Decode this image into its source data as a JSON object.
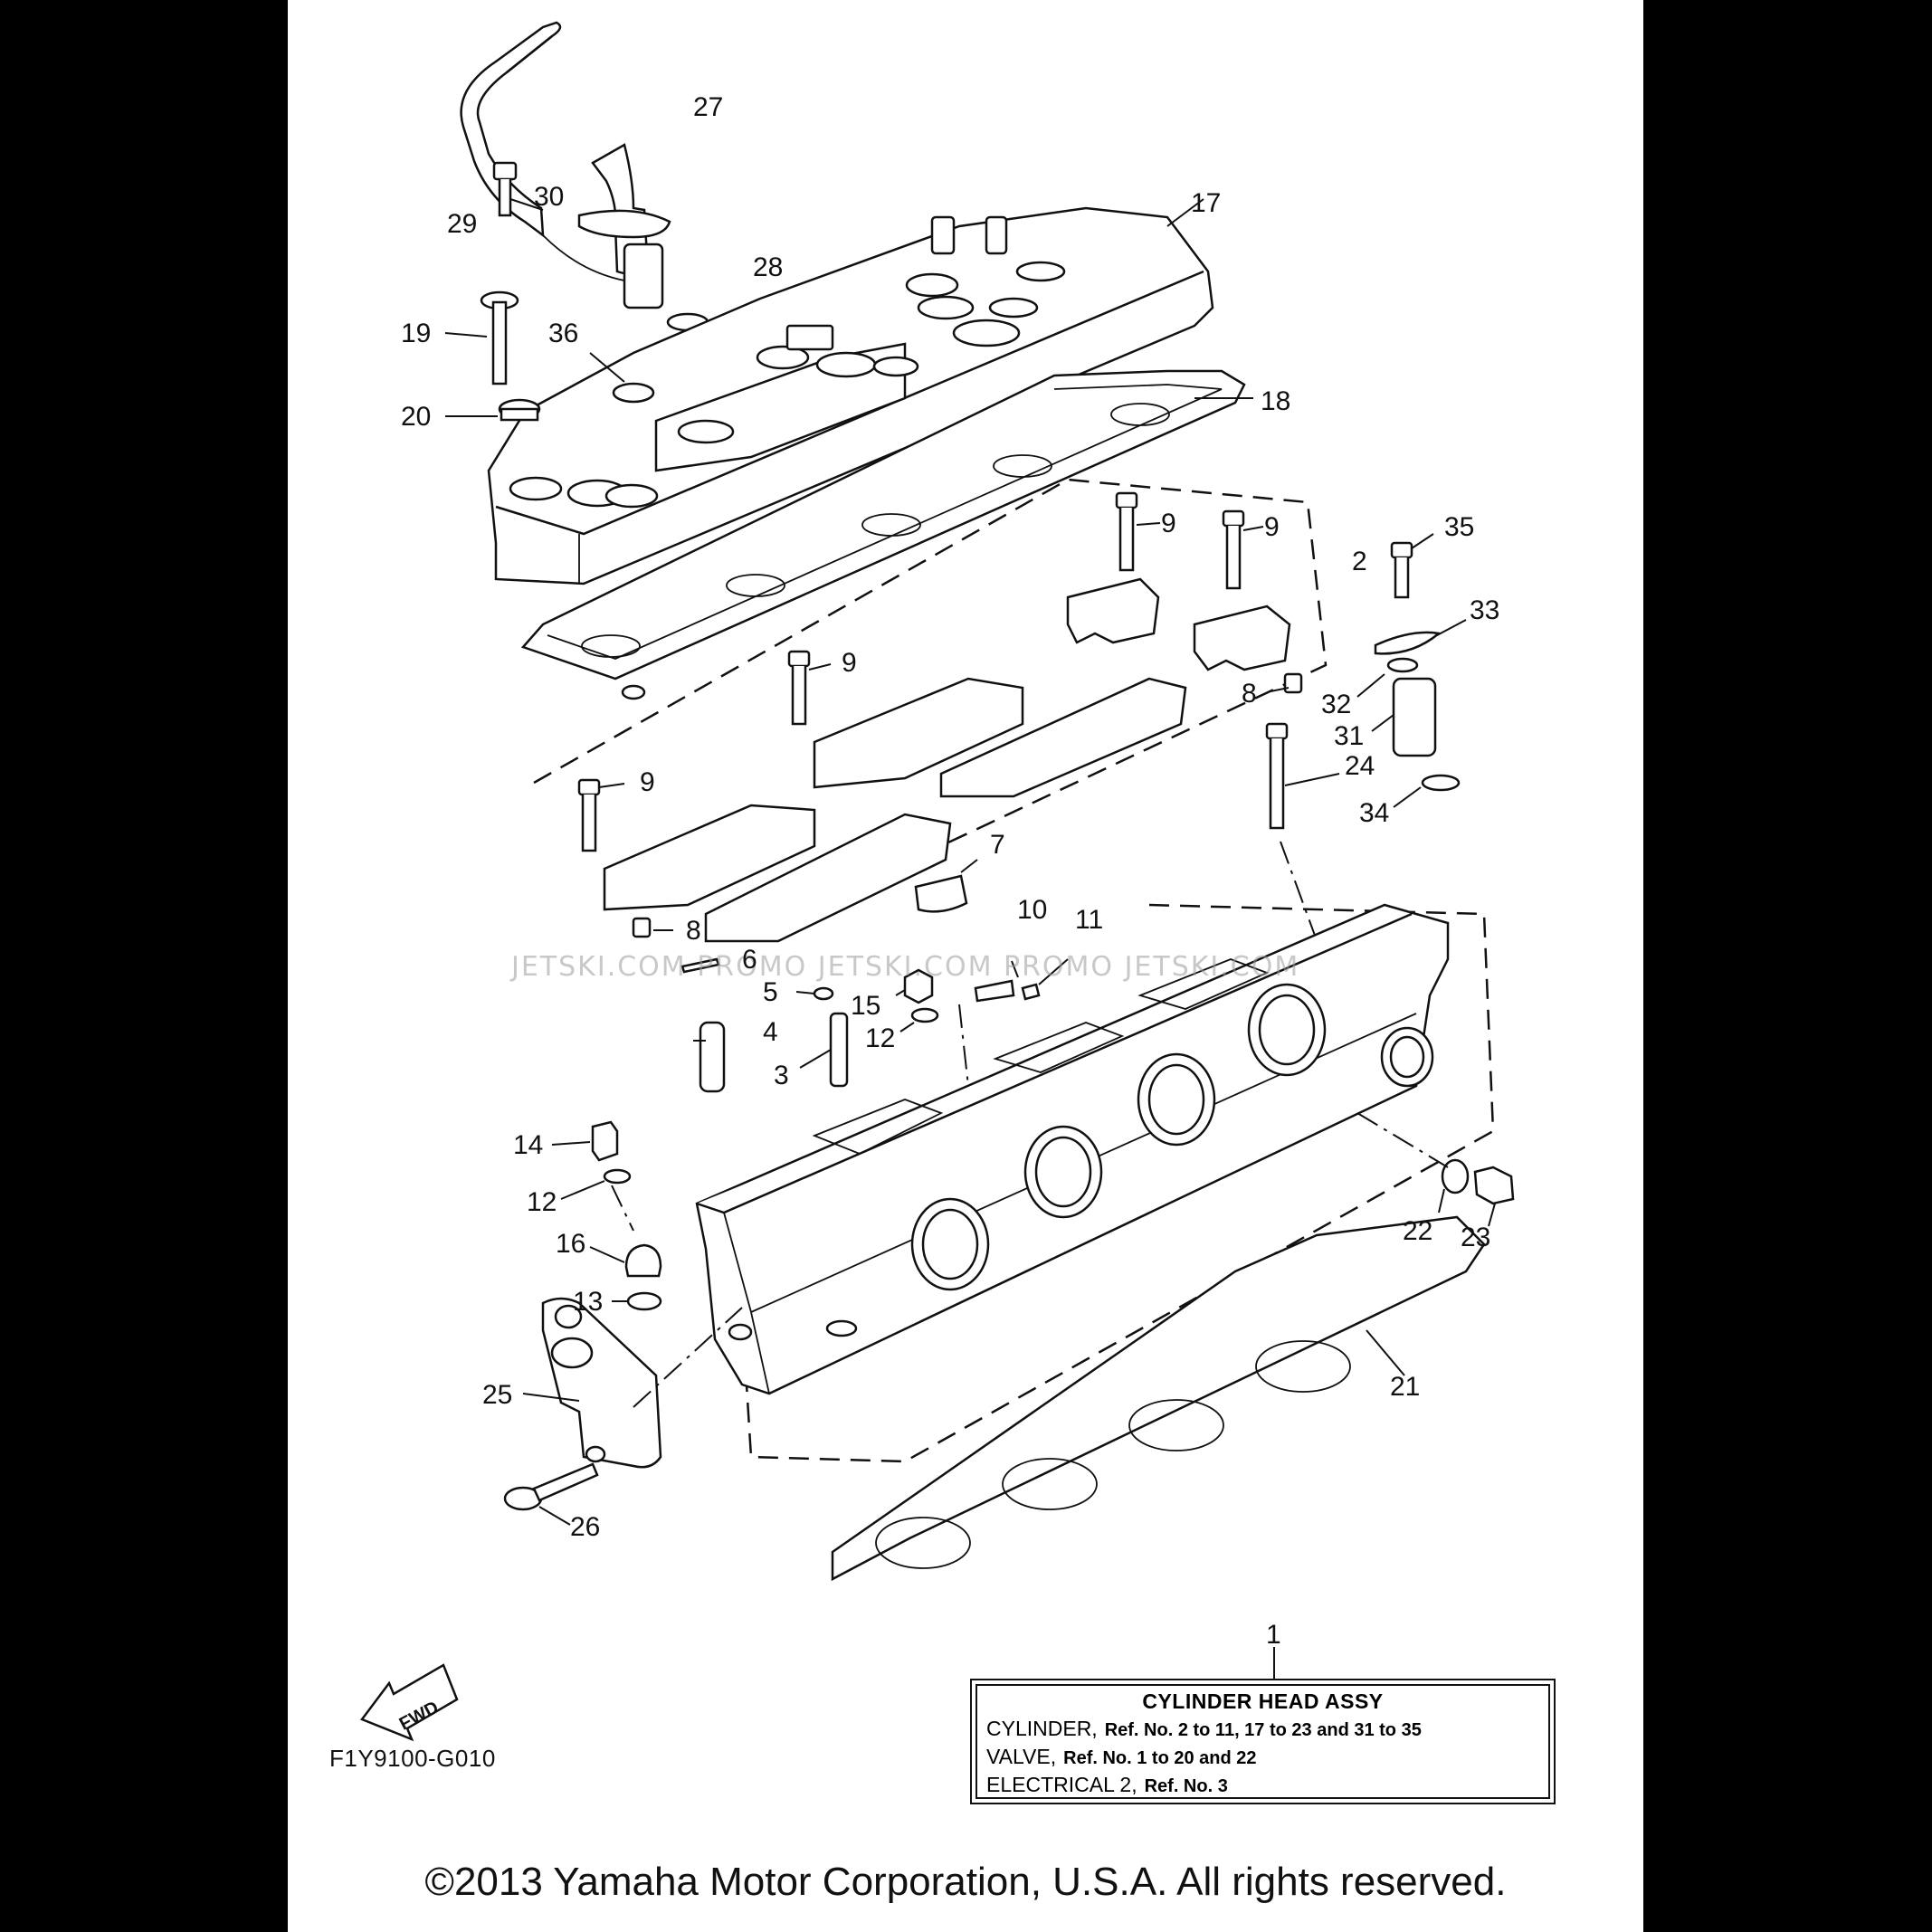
{
  "diagram": {
    "drawing_code": "F1Y9100-G010",
    "copyright": "©2013 Yamaha Motor Corporation, U.S.A. All rights reserved.",
    "fwd_label": "FWD",
    "watermark": "JETSKI.COM   PROMO JETSKI.COM   PROMO JETSKI.COM",
    "callouts": [
      {
        "id": "c27",
        "label": "27"
      },
      {
        "id": "c17",
        "label": "17"
      },
      {
        "id": "c30",
        "label": "30"
      },
      {
        "id": "c29",
        "label": "29"
      },
      {
        "id": "c28",
        "label": "28"
      },
      {
        "id": "c19",
        "label": "19"
      },
      {
        "id": "c36",
        "label": "36"
      },
      {
        "id": "c18",
        "label": "18"
      },
      {
        "id": "c20",
        "label": "20"
      },
      {
        "id": "c9a",
        "label": "9"
      },
      {
        "id": "c9b",
        "label": "9"
      },
      {
        "id": "c35",
        "label": "35"
      },
      {
        "id": "c2",
        "label": "2"
      },
      {
        "id": "c33",
        "label": "33"
      },
      {
        "id": "c9c",
        "label": "9"
      },
      {
        "id": "c8a",
        "label": "8"
      },
      {
        "id": "c32",
        "label": "32"
      },
      {
        "id": "c31",
        "label": "31"
      },
      {
        "id": "c9d",
        "label": "9"
      },
      {
        "id": "c24",
        "label": "24"
      },
      {
        "id": "c34",
        "label": "34"
      },
      {
        "id": "c7",
        "label": "7"
      },
      {
        "id": "c8b",
        "label": "8"
      },
      {
        "id": "c10",
        "label": "10"
      },
      {
        "id": "c11",
        "label": "11"
      },
      {
        "id": "c6",
        "label": "6"
      },
      {
        "id": "c5",
        "label": "5"
      },
      {
        "id": "c15",
        "label": "15"
      },
      {
        "id": "c4",
        "label": "4"
      },
      {
        "id": "c12a",
        "label": "12"
      },
      {
        "id": "c3",
        "label": "3"
      },
      {
        "id": "c14",
        "label": "14"
      },
      {
        "id": "c12b",
        "label": "12"
      },
      {
        "id": "c22",
        "label": "22"
      },
      {
        "id": "c23",
        "label": "23"
      },
      {
        "id": "c16",
        "label": "16"
      },
      {
        "id": "c13",
        "label": "13"
      },
      {
        "id": "c25",
        "label": "25"
      },
      {
        "id": "c21",
        "label": "21"
      },
      {
        "id": "c26",
        "label": "26"
      },
      {
        "id": "c1",
        "label": "1"
      }
    ]
  },
  "assembly_box": {
    "title": "CYLINDER HEAD ASSY",
    "rows": [
      {
        "name": "CYLINDER,",
        "ref": "Ref. No. 2 to 11, 17 to 23 and 31 to 35"
      },
      {
        "name": "VALVE,",
        "ref": "Ref. No. 1 to 20 and 22"
      },
      {
        "name": "ELECTRICAL 2,",
        "ref": "Ref. No. 3"
      }
    ]
  }
}
